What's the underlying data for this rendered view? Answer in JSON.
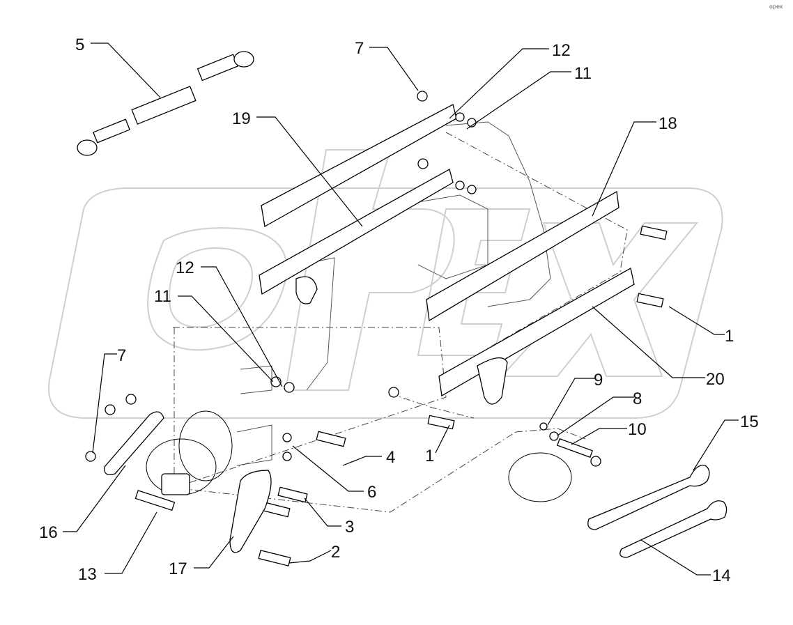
{
  "watermark": "OPEX",
  "corner_mark": "opex",
  "callouts": [
    {
      "id": "c5",
      "label": "5"
    },
    {
      "id": "c7a",
      "label": "7"
    },
    {
      "id": "c12a",
      "label": "12"
    },
    {
      "id": "c11a",
      "label": "11"
    },
    {
      "id": "c19",
      "label": "19"
    },
    {
      "id": "c18",
      "label": "18"
    },
    {
      "id": "c12b",
      "label": "12"
    },
    {
      "id": "c11b",
      "label": "11"
    },
    {
      "id": "c7b",
      "label": "7"
    },
    {
      "id": "c1a",
      "label": "1"
    },
    {
      "id": "c20",
      "label": "20"
    },
    {
      "id": "c9",
      "label": "9"
    },
    {
      "id": "c8",
      "label": "8"
    },
    {
      "id": "c10",
      "label": "10"
    },
    {
      "id": "c15",
      "label": "15"
    },
    {
      "id": "c4",
      "label": "4"
    },
    {
      "id": "c1b",
      "label": "1"
    },
    {
      "id": "c6",
      "label": "6"
    },
    {
      "id": "c3",
      "label": "3"
    },
    {
      "id": "c16",
      "label": "16"
    },
    {
      "id": "c2",
      "label": "2"
    },
    {
      "id": "c13",
      "label": "13"
    },
    {
      "id": "c17",
      "label": "17"
    },
    {
      "id": "c14",
      "label": "14"
    }
  ]
}
